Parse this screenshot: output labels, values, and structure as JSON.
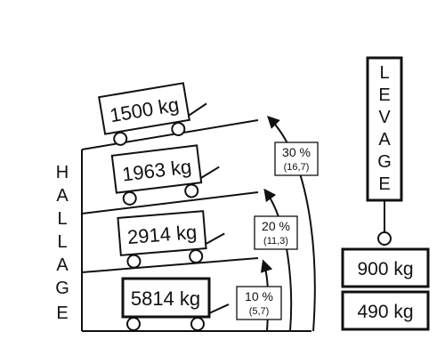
{
  "hallage": {
    "label_letters": [
      "H",
      "A",
      "L",
      "L",
      "A",
      "G",
      "E"
    ],
    "carts": [
      {
        "load": "5814 kg"
      },
      {
        "load": "2914 kg"
      },
      {
        "load": "1963 kg"
      },
      {
        "load": "1500 kg"
      }
    ],
    "slopes": [
      {
        "percent": "10 %",
        "ratio": "(5,7)"
      },
      {
        "percent": "20 %",
        "ratio": "(11,3)"
      },
      {
        "percent": "30 %",
        "ratio": "(16,7)"
      }
    ]
  },
  "levage": {
    "label_letters": [
      "L",
      "E",
      "V",
      "A",
      "G",
      "E"
    ],
    "weights": [
      "900 kg",
      "490 kg"
    ]
  },
  "colors": {
    "ink": "#111111",
    "background": "#ffffff"
  }
}
